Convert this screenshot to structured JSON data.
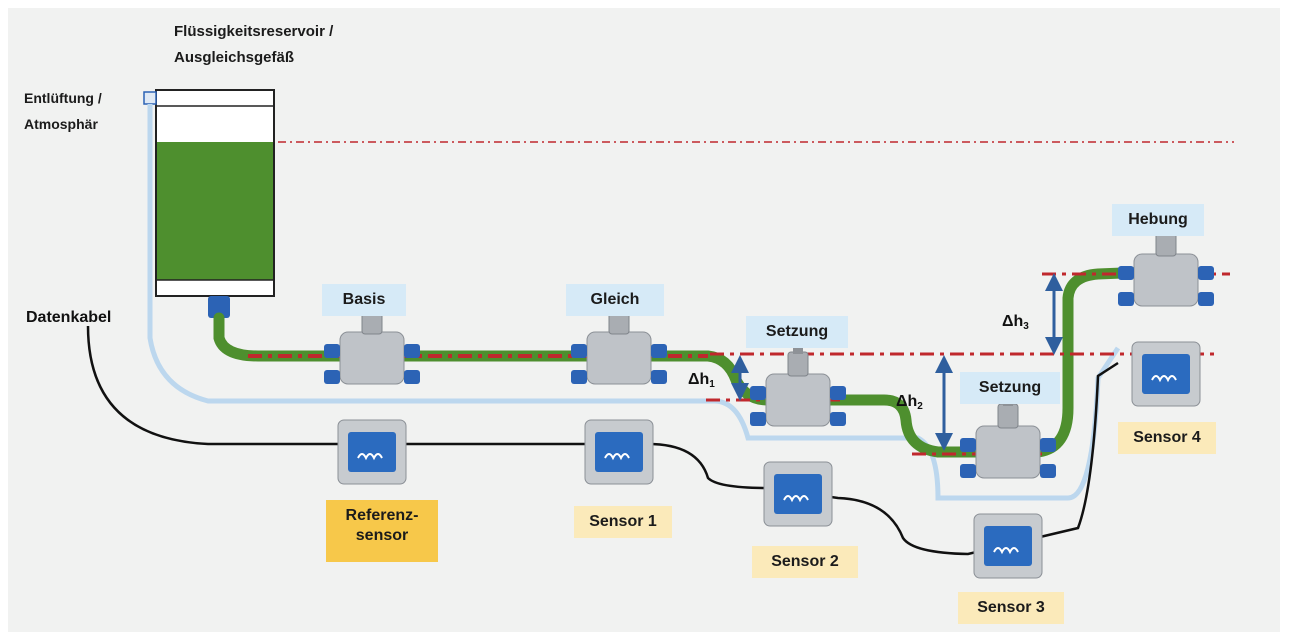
{
  "labels": {
    "reservoir_line1": "Flüssigkeitsreservoir /",
    "reservoir_line2": "Ausgleichsgefäß",
    "vent_line1": "Entlüftung /",
    "vent_line2": "Atmosphär",
    "data_cable": "Datenkabel"
  },
  "tags": {
    "basis": "Basis",
    "gleich": "Gleich",
    "setzung_1": "Setzung",
    "setzung_2": "Setzung",
    "hebung": "Hebung",
    "reference_line1": "Referenz-",
    "reference_line2": "sensor",
    "sensor1": "Sensor 1",
    "sensor2": "Sensor 2",
    "sensor3": "Sensor 3",
    "sensor4": "Sensor 4"
  },
  "deltas": {
    "dh1_symbol": "Δh",
    "dh1_index": "1",
    "dh2_symbol": "Δh",
    "dh2_index": "2",
    "dh3_symbol": "Δh",
    "dh3_index": "3"
  },
  "colors": {
    "fluid_green": "#4e8f2e",
    "reference_line_red": "#c0282d",
    "air_tube_blue": "#bcd7ee",
    "arrow_blue": "#2f5f9e",
    "connector_blue": "#2c63b5",
    "tag_blue": "#d6eaf7",
    "tag_cream": "#fbeaba",
    "tag_gold": "#f7c84a"
  },
  "icons": [
    "vent-icon",
    "sensor-device-icon",
    "double-arrow-icon"
  ]
}
